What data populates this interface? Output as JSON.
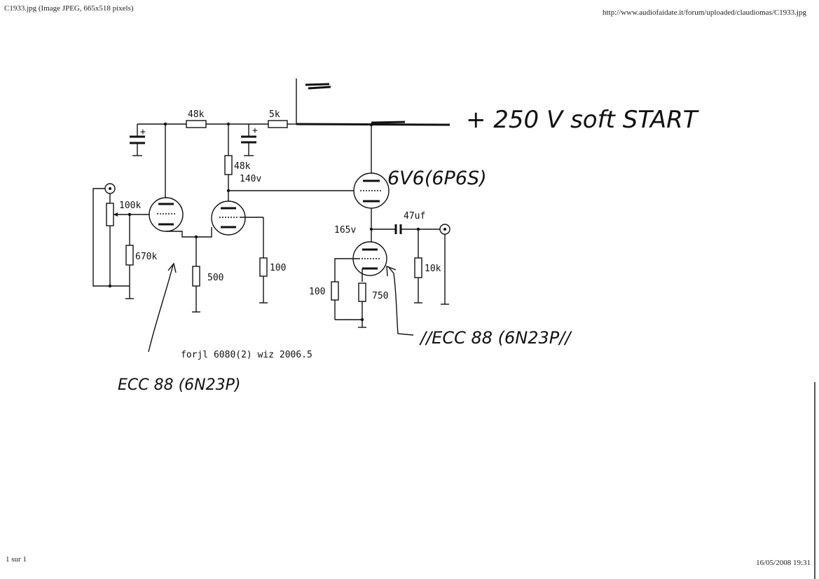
{
  "browser_print": {
    "title": "C1933.jpg (Image JPEG, 665x518 pixels)",
    "url": "http://www.audiofaidate.it/forum/uploaded/claudiomas/C1933.jpg",
    "page": "1 sur 1",
    "datetime": "16/05/2008 19:31"
  },
  "diagram": {
    "resistors": {
      "r_48k_top": "48k",
      "r_5k": "5k",
      "r_48k_plate": "48k",
      "pot_100k": "100k",
      "r_670k": "670k",
      "r_500": "500",
      "r_100_left": "100",
      "r_100_right": "100",
      "r_750": "750",
      "r_10k": "10k"
    },
    "capacitor_output": "47uf",
    "voltages": {
      "plate_v": "140v",
      "cathode_v": "165v"
    },
    "supply_note": "+ 250 V soft START",
    "tube_6v6": "6V6(6P6S)",
    "tube_left": "ECC 88 (6N23P)",
    "tube_right": "//ECC 88 (6N23P//",
    "credit": "forjl 6080(2) wiz 2006.5"
  }
}
